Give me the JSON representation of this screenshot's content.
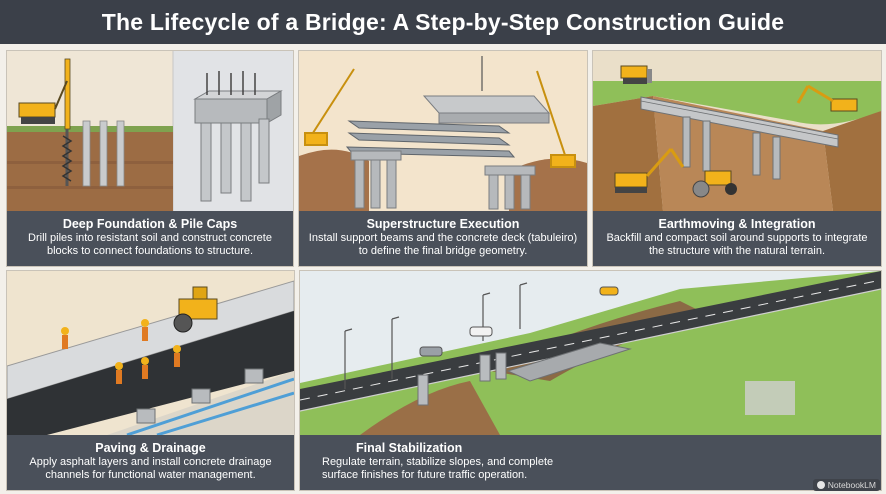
{
  "title": "The Lifecycle of a Bridge: A Step-by-Step Construction Guide",
  "panels": [
    {
      "title": "Deep Foundation & Pile Caps",
      "description": "Drill piles into resistant soil and construct concrete blocks to connect foundations to structure."
    },
    {
      "title": "Superstructure Execution",
      "description": "Install support beams and the concrete deck (tabuleiro) to define the final bridge geometry."
    },
    {
      "title": "Earthmoving & Integration",
      "description": "Backfill and compact soil around supports to integrate the structure with the natural terrain."
    },
    {
      "title": "Paving & Drainage",
      "description": "Apply asphalt layers and install concrete drainage channels for functional water management."
    },
    {
      "title": "Final Stabilization",
      "description": "Regulate terrain, stabilize slopes, and complete surface finishes for future traffic operation."
    }
  ],
  "watermark": "NotebookLM",
  "colors": {
    "header": "#3b4049",
    "caption": "#4a505a",
    "machine": "#f2b21b",
    "concrete": "#b9bcbf",
    "soil": "#9a6b43",
    "grass": "#8fbf59"
  }
}
